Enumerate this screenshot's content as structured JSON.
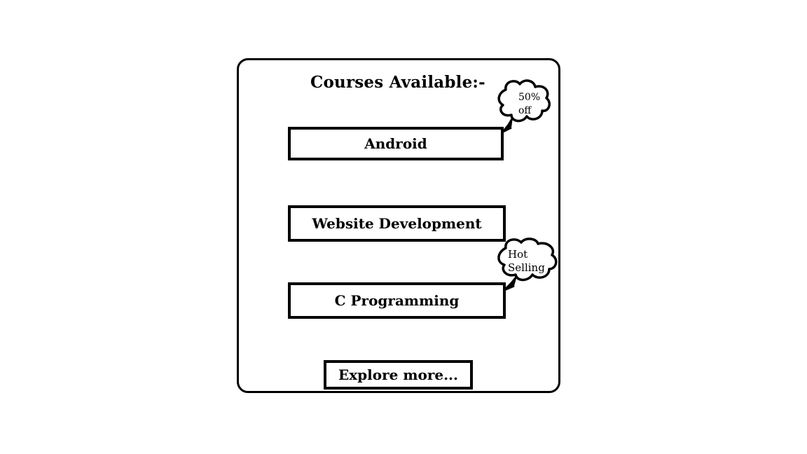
{
  "card": {
    "title": "Courses Available:-"
  },
  "courses": [
    {
      "label": "Android",
      "badge_line1": "50%",
      "badge_line2": "off"
    },
    {
      "label": "Website Development"
    },
    {
      "label": "C Programming",
      "badge_line1": "Hot",
      "badge_line2": "Selling"
    }
  ],
  "footer": {
    "explore_label": "Explore more..."
  },
  "colors": {
    "stroke": "#000000",
    "background": "#ffffff"
  }
}
